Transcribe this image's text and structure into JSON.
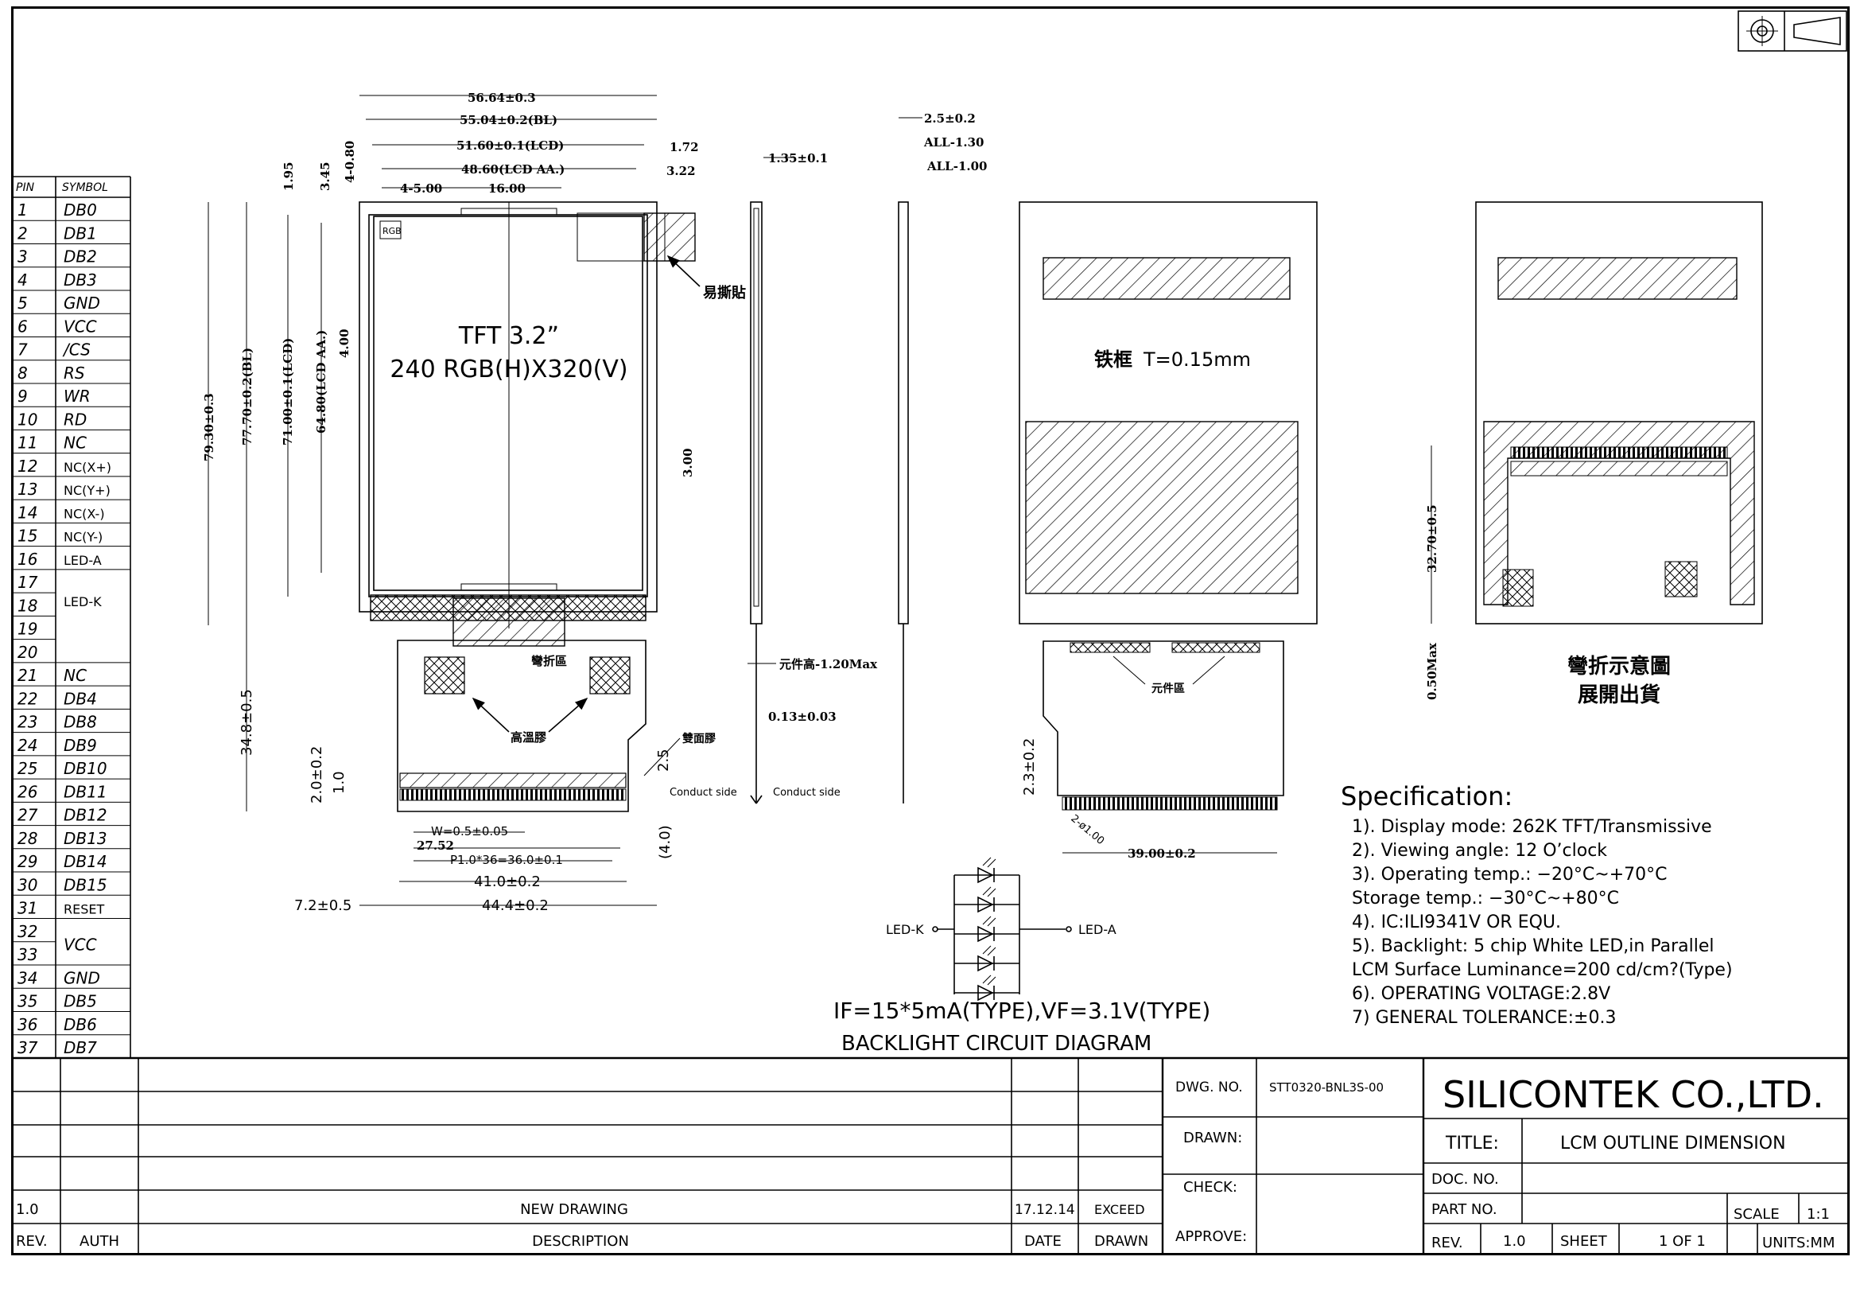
{
  "pin_table": {
    "header_pin": "PIN",
    "header_symbol": "SYMBOL",
    "rows": [
      {
        "pin": "1",
        "symbol": "DB0"
      },
      {
        "pin": "2",
        "symbol": "DB1"
      },
      {
        "pin": "3",
        "symbol": "DB2"
      },
      {
        "pin": "4",
        "symbol": "DB3"
      },
      {
        "pin": "5",
        "symbol": "GND"
      },
      {
        "pin": "6",
        "symbol": "VCC"
      },
      {
        "pin": "7",
        "symbol": "/CS"
      },
      {
        "pin": "8",
        "symbol": "RS"
      },
      {
        "pin": "9",
        "symbol": "WR"
      },
      {
        "pin": "10",
        "symbol": "RD"
      },
      {
        "pin": "11",
        "symbol": "NC"
      },
      {
        "pin": "12",
        "symbol": "NC(X+)"
      },
      {
        "pin": "13",
        "symbol": "NC(Y+)"
      },
      {
        "pin": "14",
        "symbol": "NC(X-)"
      },
      {
        "pin": "15",
        "symbol": "NC(Y-)"
      },
      {
        "pin": "16",
        "symbol": "LED-A"
      },
      {
        "pin": "17",
        "symbol": ""
      },
      {
        "pin": "18",
        "symbol": "LED-K"
      },
      {
        "pin": "19",
        "symbol": ""
      },
      {
        "pin": "20",
        "symbol": ""
      },
      {
        "pin": "21",
        "symbol": "NC"
      },
      {
        "pin": "22",
        "symbol": "DB4"
      },
      {
        "pin": "23",
        "symbol": "DB8"
      },
      {
        "pin": "24",
        "symbol": "DB9"
      },
      {
        "pin": "25",
        "symbol": "DB10"
      },
      {
        "pin": "26",
        "symbol": "DB11"
      },
      {
        "pin": "27",
        "symbol": "DB12"
      },
      {
        "pin": "28",
        "symbol": "DB13"
      },
      {
        "pin": "29",
        "symbol": "DB14"
      },
      {
        "pin": "30",
        "symbol": "DB15"
      },
      {
        "pin": "31",
        "symbol": "RESET"
      },
      {
        "pin": "32",
        "symbol": "VCC"
      },
      {
        "pin": "33",
        "symbol": ""
      },
      {
        "pin": "34",
        "symbol": "GND"
      },
      {
        "pin": "35",
        "symbol": "DB5"
      },
      {
        "pin": "36",
        "symbol": "DB6"
      },
      {
        "pin": "37",
        "symbol": "DB7"
      }
    ]
  },
  "front_view": {
    "dims_top": [
      "56.64±0.3",
      "55.04±0.2(BL)",
      "51.60±0.1(LCD)",
      "48.60(LCD AA.)",
      "4-5.00",
      "16.00",
      "1.72",
      "3.22"
    ],
    "dims_left_vertical": [
      "79.30±0.3",
      "77.70±0.2(BL)",
      "71.00±0.1(LCD)",
      "64.80(LCD AA.)",
      "1.95",
      "3.45",
      "4-0.80",
      "4.00",
      "3.00",
      "34.8±0.5",
      "2.0±0.2",
      "1.0"
    ],
    "dims_bottom": [
      "W=0.5±0.05",
      "27.52",
      "P1.0*36=36.0±0.1",
      "41.0±0.2",
      "44.4±0.2",
      "7.2±0.5",
      "(4.0)",
      "2.5"
    ],
    "screen_line1": "TFT 3.2”",
    "screen_line2": "240 RGB(H)X320(V)",
    "rgb_mark": "RGB",
    "label_peel": "易撕貼",
    "label_bend": "彎折區",
    "label_tape": "高溫膠",
    "label_double_tape": "雙面膠",
    "conduct_side_a": "Conduct side",
    "conduct_side_b": "Conduct side"
  },
  "side_view": {
    "dims": [
      "1.35±0.1",
      "元件高-1.20Max",
      "0.13±0.03",
      "2.5±0.2",
      "ALL-1.30",
      "ALL-1.00"
    ]
  },
  "back_view": {
    "frame_label": "铁框",
    "frame_thickness": "T=0.15mm",
    "component_area": "元件區",
    "dims": [
      "2.3±0.2",
      "39.00±0.2",
      "2-ø1.00"
    ]
  },
  "fold_view": {
    "dims": [
      "32.70±0.5",
      "0.50Max"
    ],
    "title_line1": "彎折示意圖",
    "title_line2": "展開出貨"
  },
  "backlight": {
    "led_k": "LED-K",
    "led_a": "LED-A",
    "spec_line": "IF=15*5mA(TYPE),VF=3.1V(TYPE)",
    "caption": "BACKLIGHT CIRCUIT DIAGRAM",
    "led_count": 5
  },
  "specification": {
    "heading": "Specification:",
    "lines": [
      "1). Display mode: 262K TFT/Transmissive",
      "2). Viewing angle: 12 O’clock",
      "3). Operating temp.: −20°C~+70°C",
      "     Storage temp.: −30°C~+80°C",
      "4). IC:ILI9341V OR EQU.",
      "5). Backlight: 5 chip White LED,in Parallel",
      "     LCM Surface Luminance=200 cd/cm?(Type)",
      "6). OPERATING VOLTAGE:2.8V",
      "7) GENERAL TOLERANCE:±0.3"
    ]
  },
  "title_block": {
    "rev_value": "1.0",
    "rev_description": "NEW DRAWING",
    "rev_date": "17.12.14",
    "rev_drawn": "EXCEED",
    "col_rev": "REV.",
    "col_auth": "AUTH",
    "col_description": "DESCRIPTION",
    "col_date": "DATE",
    "col_drawn": "DRAWN",
    "dwg_no_label": "DWG. NO.",
    "dwg_no": "STT0320-BNL3S-00",
    "drawn_label": "DRAWN:",
    "check_label": "CHECK:",
    "approve_label": "APPROVE:",
    "company": "SILICONTEK CO.,LTD.",
    "title_label": "TITLE:",
    "title": "LCM OUTLINE DIMENSION",
    "doc_no_label": "DOC. NO.",
    "part_no_label": "PART NO.",
    "scale_label": "SCALE",
    "scale": "1:1",
    "rev_label": "REV.",
    "rev": "1.0",
    "sheet_label": "SHEET",
    "sheet": "1 OF 1",
    "units": "UNITS:MM"
  }
}
